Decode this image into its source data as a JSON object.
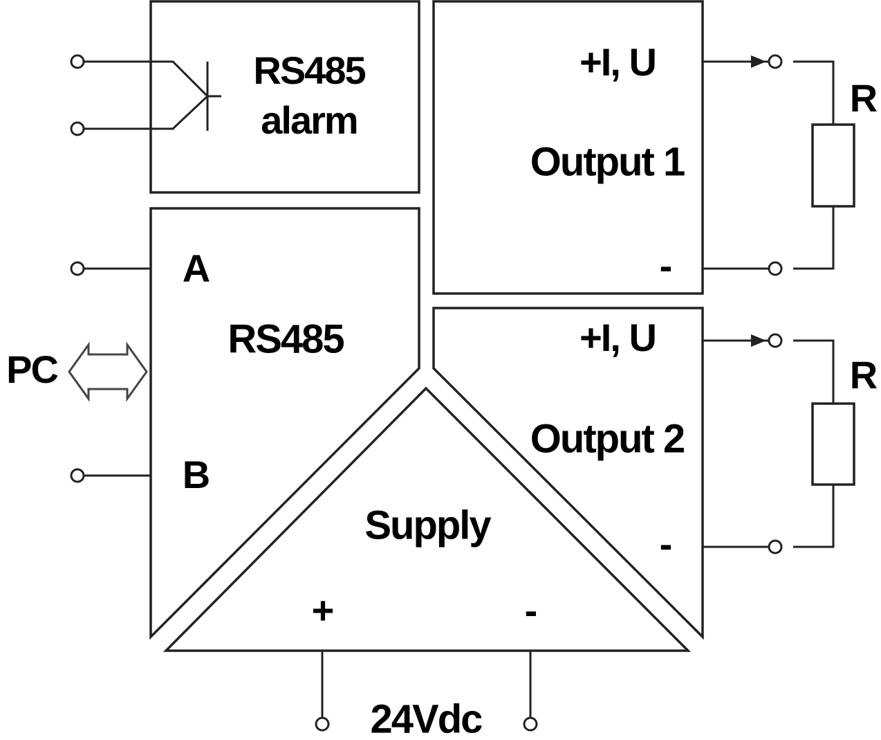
{
  "alarm_block": {
    "line1": "RS485",
    "line2": "alarm"
  },
  "output1": {
    "positive": "+I, U",
    "title": "Output 1",
    "negative": "-",
    "load": "R"
  },
  "output2": {
    "positive": "+I, U",
    "title": "Output 2",
    "negative": "-",
    "load": "R"
  },
  "rs485_block": {
    "title": "RS485",
    "terminal_a": "A",
    "terminal_b": "B",
    "host": "PC"
  },
  "supply_block": {
    "title": "Supply",
    "positive": "+",
    "negative": "-",
    "voltage": "24Vdc"
  }
}
